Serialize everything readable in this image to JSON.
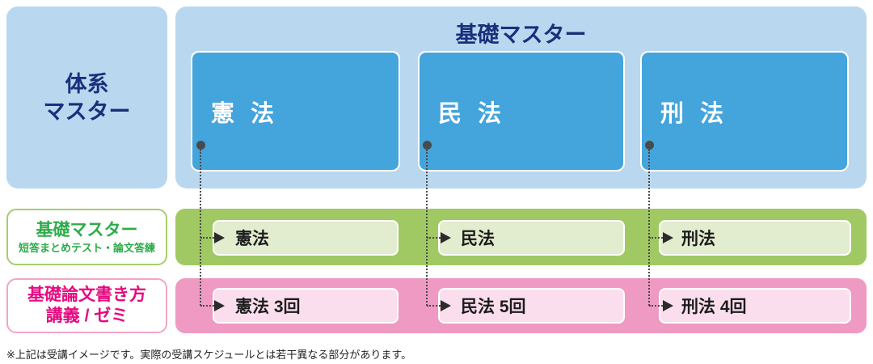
{
  "diagram": {
    "taikei_box": {
      "line1": "体系",
      "line2": "マスター"
    },
    "kiso_title": "基礎マスター",
    "columns": [
      {
        "subject": "憲法",
        "blue_label": "憲 法",
        "green_item": "憲法",
        "pink_item": "憲法 3回"
      },
      {
        "subject": "民法",
        "blue_label": "民 法",
        "green_item": "民法",
        "pink_item": "民法 5回"
      },
      {
        "subject": "刑法",
        "blue_label": "刑 法",
        "green_item": "刑法",
        "pink_item": "刑法 4回"
      }
    ],
    "green_row_label": {
      "line1": "基礎マスター",
      "line2": "短答まとめテスト・論文答練"
    },
    "pink_row_label": {
      "line1": "基礎論文書き方",
      "line2": "講義 / ゼミ"
    },
    "footnote": "※上記は受講イメージです。実際の受講スケジュールとは若干異なる部分があります。"
  },
  "colors": {
    "light_blue": "#b9d8ef",
    "subject_blue": "#44a4dc",
    "navy_text": "#1b2f7c",
    "green": "#a0c964",
    "light_green": "#e2ecce",
    "green_text": "#2cac49",
    "pink": "#ef9ac2",
    "light_pink": "#fbdeed",
    "pink_text": "#e60a80",
    "connector_gray": "#4a4a4a"
  }
}
